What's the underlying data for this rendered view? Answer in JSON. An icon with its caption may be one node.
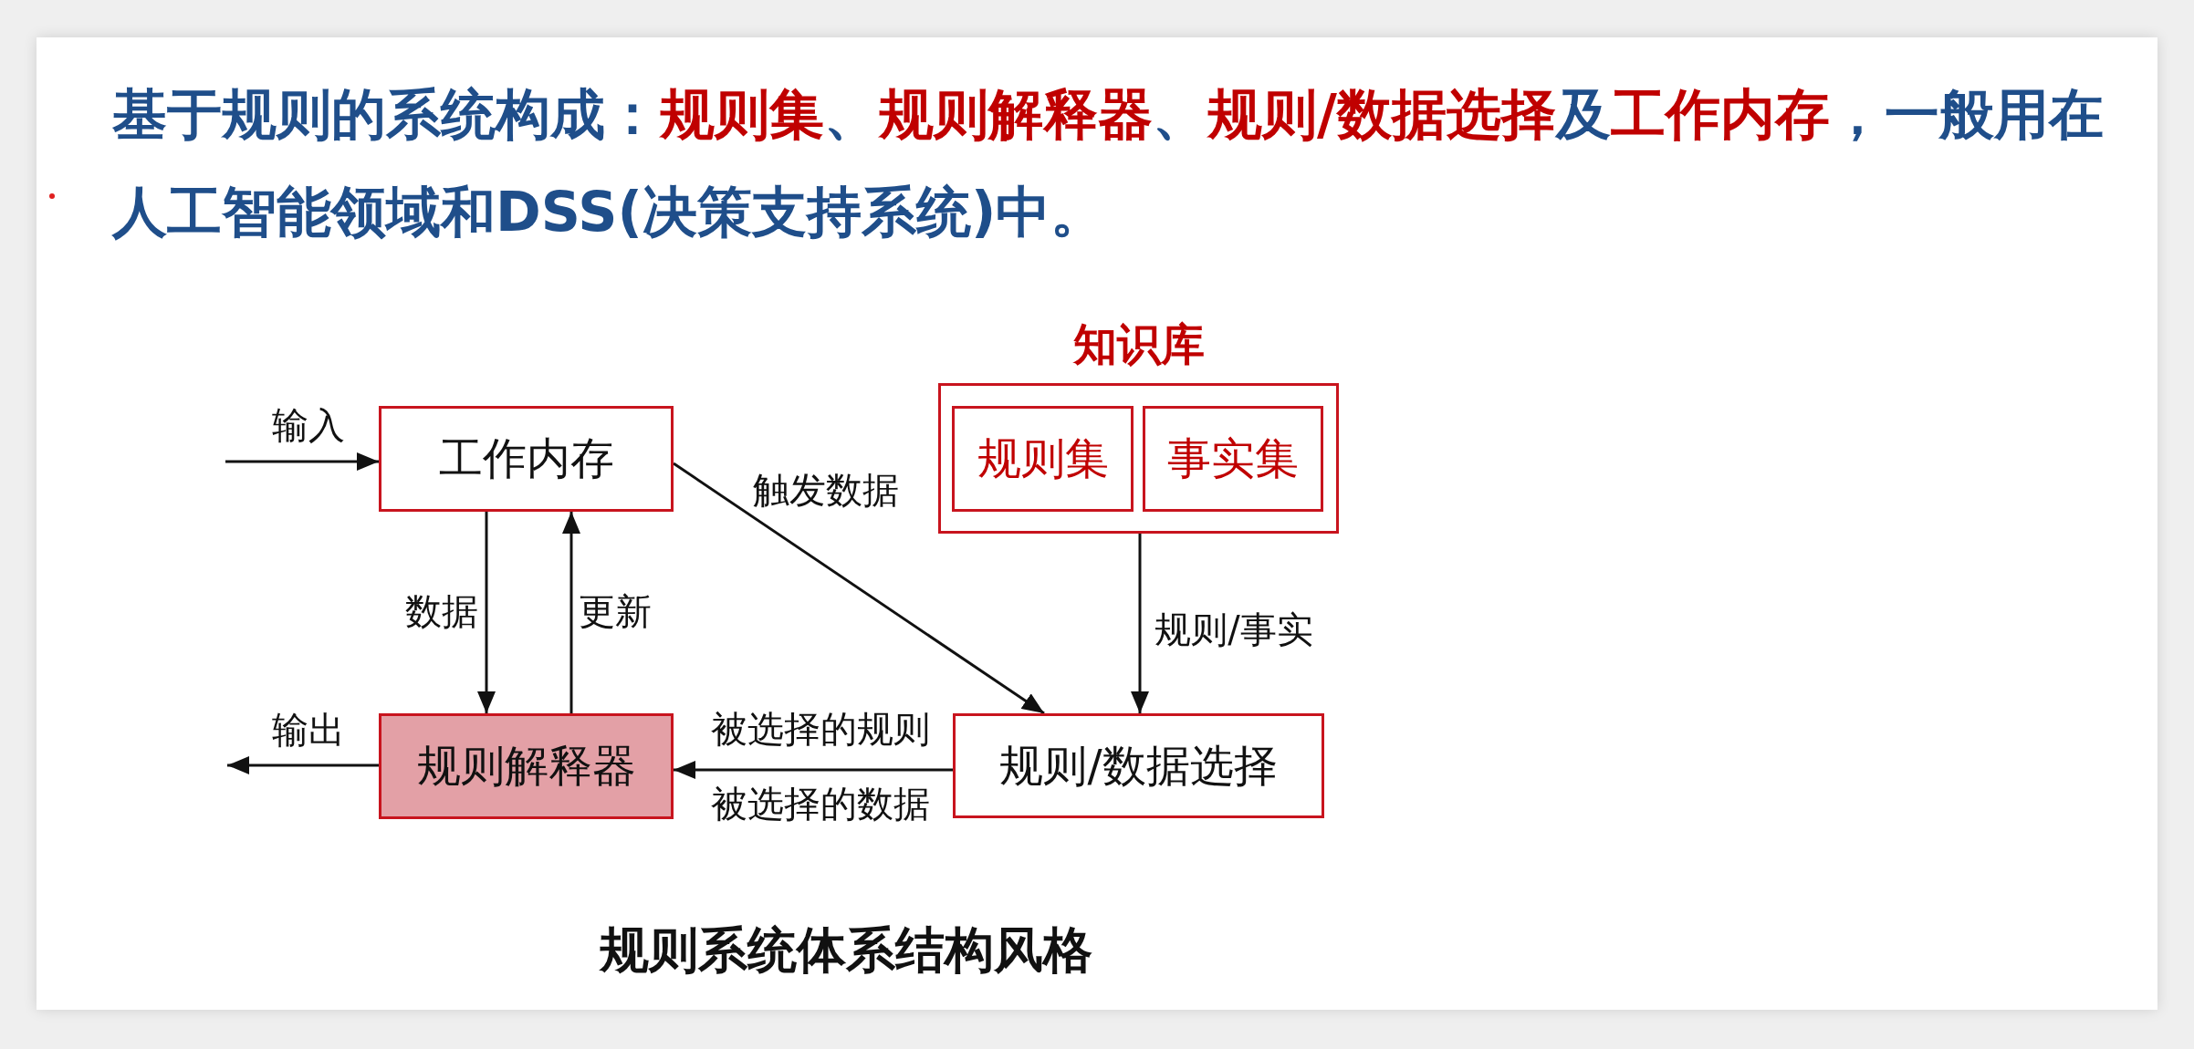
{
  "diagram": {
    "title": "基于规则的系统构成：规则集、规则解释器、规则/数据选择及工作内存，一般用在人工智能领域和DSS(决策支持系统)中。",
    "caption": "规则系统体系结构风格",
    "nodes": [
      {
        "text": [
          "工作内存"
        ]
      },
      {
        "text": [
          "知识库"
        ]
      },
      {
        "text": [
          "规则集"
        ],
        "in": 1
      },
      {
        "text": [
          "事实集"
        ],
        "in": 1
      },
      {
        "text": [
          "规则解释器"
        ]
      },
      {
        "text": [
          "规则/数据选择"
        ]
      }
    ],
    "edges": [
      {
        "from": null,
        "to": 0,
        "arrow": "to",
        "label": "输入"
      },
      {
        "from": 0,
        "to": 4,
        "arrow": "to",
        "label": "数据"
      },
      {
        "from": 4,
        "to": 0,
        "arrow": "to",
        "label": "更新"
      },
      {
        "from": 4,
        "to": null,
        "arrow": "to",
        "label": "输出"
      },
      {
        "from": 0,
        "to": 5,
        "arrow": "to",
        "label": "触发数据"
      },
      {
        "from": 1,
        "to": 5,
        "arrow": "to",
        "label": "规则/事实"
      },
      {
        "from": 5,
        "to": 4,
        "arrow": "to",
        "label": "被选择的规则"
      }
    ],
    "labels": [
      "被选择的数据"
    ]
  }
}
